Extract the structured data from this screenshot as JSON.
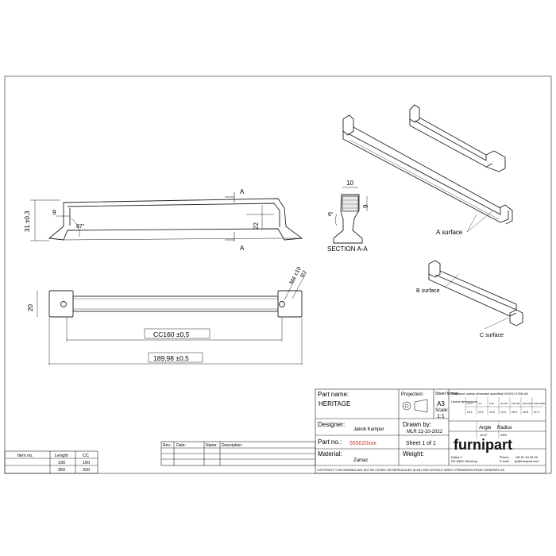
{
  "dims": {
    "height": "31 ±0,3",
    "inner_height": "22",
    "leg": "9",
    "angle": "87°",
    "width": "20",
    "bolt": "M4 ±10",
    "radius": "R2",
    "cc": "CC160 ±0,5",
    "overall": "189,98 ±0,5",
    "section_width": "10",
    "section_height": "9",
    "section_angle": "6°"
  },
  "labels": {
    "section_mark": "A",
    "section_caption": "SECTION A-A",
    "a_surface": "A surface",
    "b_surface": "B surface",
    "c_surface": "C surface"
  },
  "title_block": {
    "part_name_label": "Part name:",
    "part_name": "HERITAGE",
    "projection_label": "Projection:",
    "sheet_format_label": "Sheet format:",
    "sheet_format": "A3",
    "scale_label": "Scale:",
    "scale": "1:1",
    "designer_label": "Designer:",
    "designer": "Jakob Kamper",
    "drawn_by_label": "Drawn by:",
    "drawn_by": "MLR 22-10-2022",
    "part_no_label": "Part no.:",
    "part_no": "555020xxx",
    "sheet_of": "Sheet 1 of 1",
    "material_label": "Material:",
    "material": "Zamac",
    "weight_label": "Weight:",
    "tolerance_note": "Tolerance unless otherwise specified DS/ISO 2768-1M",
    "linear_label": "Linear dimensions:",
    "tol_ranges": [
      "0.5 3",
      "3 6",
      "6 30",
      "30 120",
      "120 400",
      "400 1000",
      "1000 2000"
    ],
    "tol_values": [
      "±0.1",
      "±0.1",
      "±0.2",
      "±0.3",
      "±0.5",
      "±0.8",
      "±1.2"
    ],
    "angle_label": "Angle",
    "radius_label": "Radius",
    "angle_tol": "±0.5°",
    "radius_tol": "±5%",
    "logo": "furnipart",
    "address_1": "Dalsa 2",
    "address_2": "DK-8382 Hinnerup",
    "phone_label": "Phone:",
    "phone": "+45 87 64 35 00",
    "email_label": "E-mail:",
    "email": "fp@furnipart.com",
    "copyright": "COPYRIGHT: THIS DRAWING MAY NOT BE COPIED OR REPRODUCED IN ANY WAY WITHOUT DIRECT PERMISSION FROM FURNIPART A/S"
  },
  "revision_table": {
    "headers": [
      "Rev.:",
      "Date:",
      "Name:",
      "Description:"
    ]
  },
  "item_table": {
    "headers": [
      "Item no.",
      "Length",
      "CC"
    ],
    "rows": [
      [
        "",
        "190",
        "160"
      ],
      [
        "",
        "350",
        "320"
      ]
    ]
  },
  "colors": {
    "line": "#222222",
    "part_no": "#c0392b"
  }
}
